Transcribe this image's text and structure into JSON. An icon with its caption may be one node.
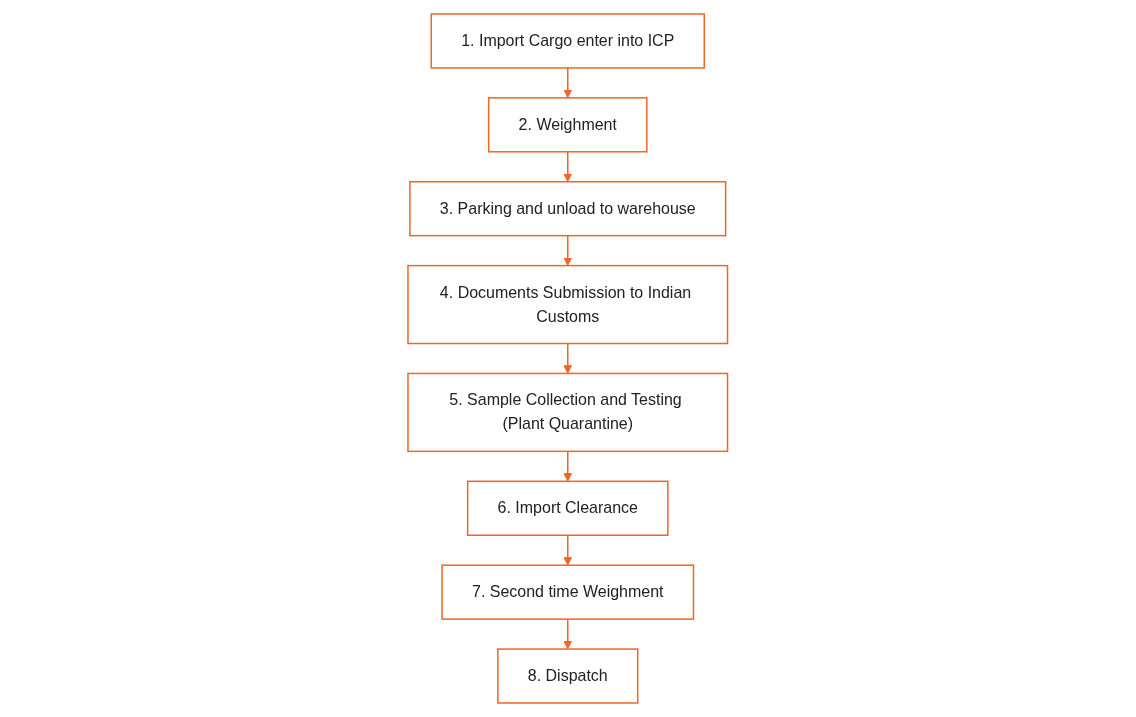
{
  "diagram": {
    "nodes": [
      {
        "text": [
          "1. Import Cargo enter into ICP"
        ]
      },
      {
        "text": [
          "2. Weighment"
        ]
      },
      {
        "text": [
          "3. Parking and unload to warehouse"
        ]
      },
      {
        "text": [
          "4. Documents Submission to Indian Customs"
        ]
      },
      {
        "text": [
          "5. Sample Collection and Testing (Plant Quarantine)"
        ]
      },
      {
        "text": [
          "6. Import Clearance"
        ]
      },
      {
        "text": [
          "7. Second time Weighment"
        ]
      },
      {
        "text": [
          "8. Dispatch"
        ]
      }
    ],
    "edges": [
      {
        "from": 0,
        "to": 1,
        "arrow": "to"
      },
      {
        "from": 1,
        "to": 2,
        "arrow": "to"
      },
      {
        "from": 2,
        "to": 3,
        "arrow": "to"
      },
      {
        "from": 3,
        "to": 4,
        "arrow": "to"
      },
      {
        "from": 4,
        "to": 5,
        "arrow": "to"
      },
      {
        "from": 5,
        "to": 6,
        "arrow": "to"
      },
      {
        "from": 6,
        "to": 7,
        "arrow": "to"
      }
    ]
  }
}
